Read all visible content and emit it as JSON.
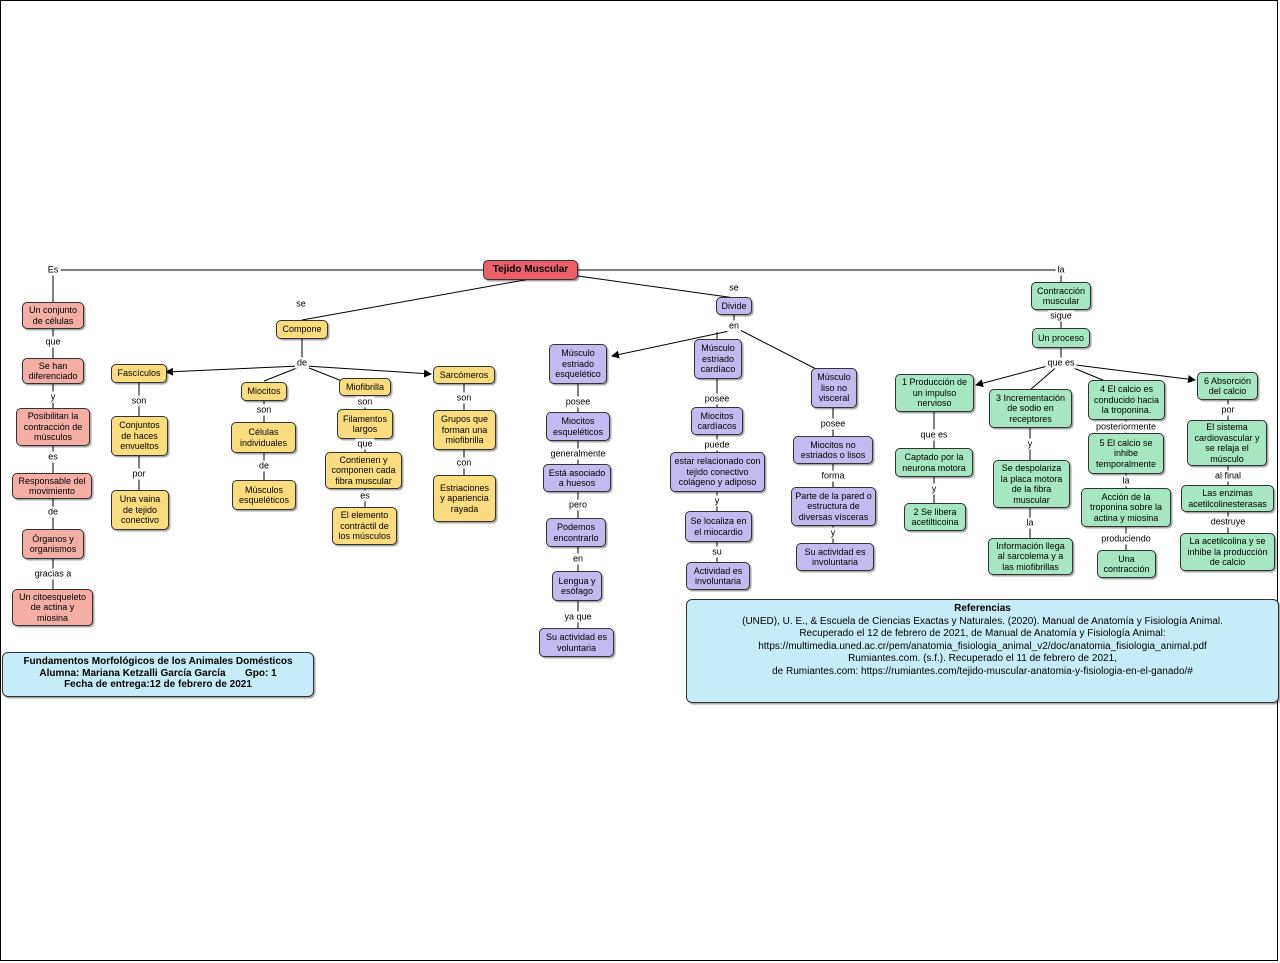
{
  "diagram": {
    "root": "Tejido Muscular",
    "nodes": {
      "n_conjunto": "Un conjunto de células",
      "n_diferenciado": "Se han diferenciado",
      "n_posibilitan": "Posibilitan la contracción de músculos",
      "n_responsable": "Responsable del movimiento",
      "n_organos": "Órganos y organismos",
      "n_citoesqueleto": "Un citoesqueleto de actina y miosina",
      "n_compone": "Compone",
      "n_fasciculos": "Fascículos",
      "n_conjuntos_haces": "Conjuntos de haces envueltos",
      "n_vaina": "Una vaina de tejido conectivo",
      "n_miocitos": "Miocitos",
      "n_celulas_ind": "Células individuales",
      "n_musculos_esq": "Músculos esqueléticos",
      "n_miofibrilla": "Miofibrilla",
      "n_filamentos": "Filamentos largos",
      "n_contienen": "Contienen y componen cada fibra muscular",
      "n_elemento": "El elemento contráctil de los músculos",
      "n_sarcomeros": "Sarcómeros",
      "n_grupos": "Grupos que forman una miofibrilla",
      "n_estriaciones": "Estriaciones y apariencia rayada",
      "n_divide": "Divide",
      "n_esq": "Músculo estriado esquelético",
      "n_mio_esq": "Miocitos esqueléticos",
      "n_asociado": "Está asociado a huesos",
      "n_encontrarlo": "Podemos encontrarlo",
      "n_lengua": "Lengua y esófago",
      "n_voluntaria": "Su actividad es voluntaria",
      "n_card": "Músculo estriado cardíaco",
      "n_mio_card": "Miocitos cardíacos",
      "n_relacionado": "estar relacionado con tejido conectivo colágeno y adiposo",
      "n_miocardio": "Se localiza en el miocardio",
      "n_act_inv": "Actividad es involuntaria",
      "n_liso": "Músculo liso no visceral",
      "n_mio_liso": "Miocitos no estriados o lisos",
      "n_pared": "Parte de la pared o estructura de diversas vísceras",
      "n_su_inv": "Su actividad es involuntaria",
      "n_contraccion": "Contracción muscular",
      "n_proceso": "Un proceso",
      "n_g1": "1 Producción de un impulso nervioso",
      "n_captado": "Captado por la neurona motora",
      "n_g2": "2 Se libera acetilticoina",
      "n_g3": "3 Incrementación de sodio en receptores",
      "n_despolariza": "Se despolariza la placa motora de la fibra muscular",
      "n_informacion": "Información llega al sarcolema y a las miofibrillas",
      "n_g4": "4 El calcio es conducido hacia la troponina.",
      "n_g5": "5 El calcio se inhibe temporalmente",
      "n_accion": "Acción de la troponina sobre la actina y miosina",
      "n_una_contr": "Una contracción",
      "n_g6": "6 Absorción del calcio",
      "n_sistema": "El sistema cardiovascular y se relaja el músculo",
      "n_enzimas": "Las enzimas acetilcolinesterasas",
      "n_acetilcolina": "La acetilcolina y se inhibe la producción de calcio"
    },
    "link_labels": {
      "l_es": "Es",
      "l_que_1": "que",
      "l_y_1": "y",
      "l_es_2": "es",
      "l_de_1": "de",
      "l_gracias": "gracias a",
      "l_se_1": "se",
      "l_de_2": "de",
      "l_son_1": "son",
      "l_por_1": "por",
      "l_son_2": "son",
      "l_de_3": "de",
      "l_son_3": "son",
      "l_que_2": "que",
      "l_es_3": "es",
      "l_son_4": "son",
      "l_con": "con",
      "l_se_2": "se",
      "l_en_1": "en",
      "l_posee_1": "posee",
      "l_generalmente": "generalmente",
      "l_pero": "pero",
      "l_en_2": "en",
      "l_ya_que": "ya que",
      "l_posee_2": "posee",
      "l_puede": "puede",
      "l_y_2": "y",
      "l_su": "su",
      "l_posee_3": "posee",
      "l_forma": "forma",
      "l_y_3": "y",
      "l_la_1": "la",
      "l_sigue": "sigue",
      "l_que_es_1": "que es",
      "l_que_es_2": "que es",
      "l_y_4": "y",
      "l_y_5": "y",
      "l_la_2": "la",
      "l_posteriormente": "posteriormente",
      "l_la_3": "la",
      "l_produciendo": "produciendo",
      "l_por_2": "por",
      "l_al_final": "al final",
      "l_destruye": "destruye"
    }
  },
  "footer": {
    "line1": "Fundamentos Morfológicos de los Animales Domésticos",
    "line2": "Alumna: Mariana Ketzalli García García       Gpo: 1",
    "line3": "Fecha de entrega:12 de febrero de 2021"
  },
  "references": {
    "title": "Referencias",
    "lines": [
      "(UNED), U. E., & Escuela de Ciencias Exactas y Naturales. (2020). Manual de Anatomía y Fisiología Animal.",
      "Recuperado el 12 de febrero de 2021,  de Manual de Anatomía y Fisiología Animal:",
      "https://multimedia.uned.ac.cr/pem/anatomia_fisiologia_animal_v2/doc/anatomia_fisiologia_animal.pdf",
      "Rumiantes.com. (s.f.). Recuperado el 11 de febrero de 2021,",
      "de Rumiantes.com: https://rumiantes.com/tejido-muscular-anatomia-y-fisiologia-en-el-ganado/#"
    ]
  }
}
